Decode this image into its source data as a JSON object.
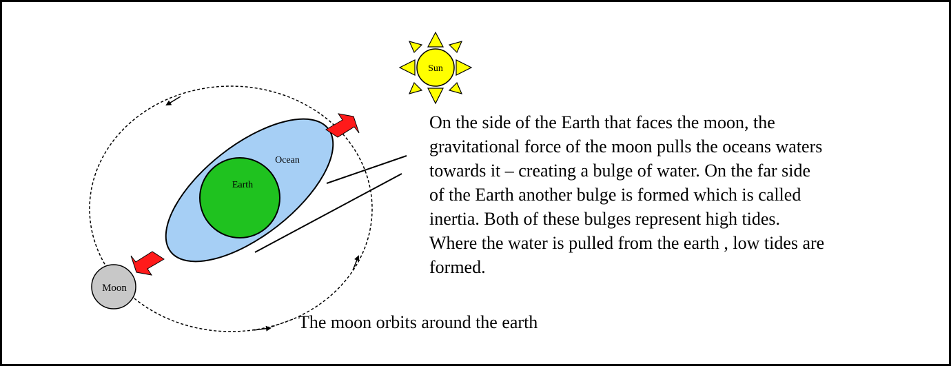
{
  "diagram": {
    "labels": {
      "sun": "Sun",
      "moon": "Moon",
      "ocean": "Ocean",
      "earth": "Earth"
    },
    "explanation": "On the side of the Earth that faces the moon, the\ngravitational force of the moon pulls the oceans waters\ntowards it – creating a bulge of water.  On the far side\nof the Earth another bulge is formed which is called\ninertia.  Both of these bulges represent high tides.\nWhere the water is pulled from the earth , low tides are\nformed.",
    "orbit_caption": "The moon orbits around the earth",
    "colors": {
      "sun": "#ffff00",
      "moon": "#c8c8c8",
      "ocean": "#a6cff5",
      "earth": "#1fc21f",
      "force_arrow": "#ff1a1a",
      "outline": "#000000",
      "background": "#ffffff"
    }
  }
}
